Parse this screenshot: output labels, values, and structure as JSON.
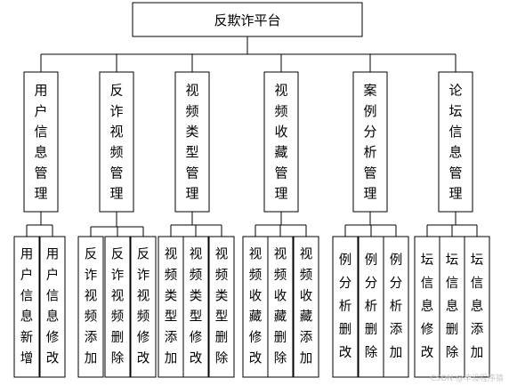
{
  "diagram": {
    "root": {
      "label": "反欺诈平台"
    },
    "modules": [
      {
        "label": "用户信息管理",
        "children": [
          "用户信息新增",
          "用户信息修改"
        ]
      },
      {
        "label": "反诈视频管理",
        "children": [
          "反诈视频添加",
          "反诈视频删除",
          "反诈视频修改"
        ]
      },
      {
        "label": "视频类型管理",
        "children": [
          "视频类型添加",
          "视频类型修改",
          "视频类型删除"
        ]
      },
      {
        "label": "视频收藏管理",
        "children": [
          "视频收藏修改",
          "视频收藏删除",
          "视频收藏添加"
        ]
      },
      {
        "label": "案例分析管理",
        "children": [
          "例分析删改",
          "例分析删除",
          "例分析添加"
        ]
      },
      {
        "label": "论坛信息管理",
        "children": [
          "坛信息修改",
          "坛信息删除",
          "坛信息添加"
        ]
      }
    ],
    "watermark": "CSDN @毕设程序猿"
  }
}
